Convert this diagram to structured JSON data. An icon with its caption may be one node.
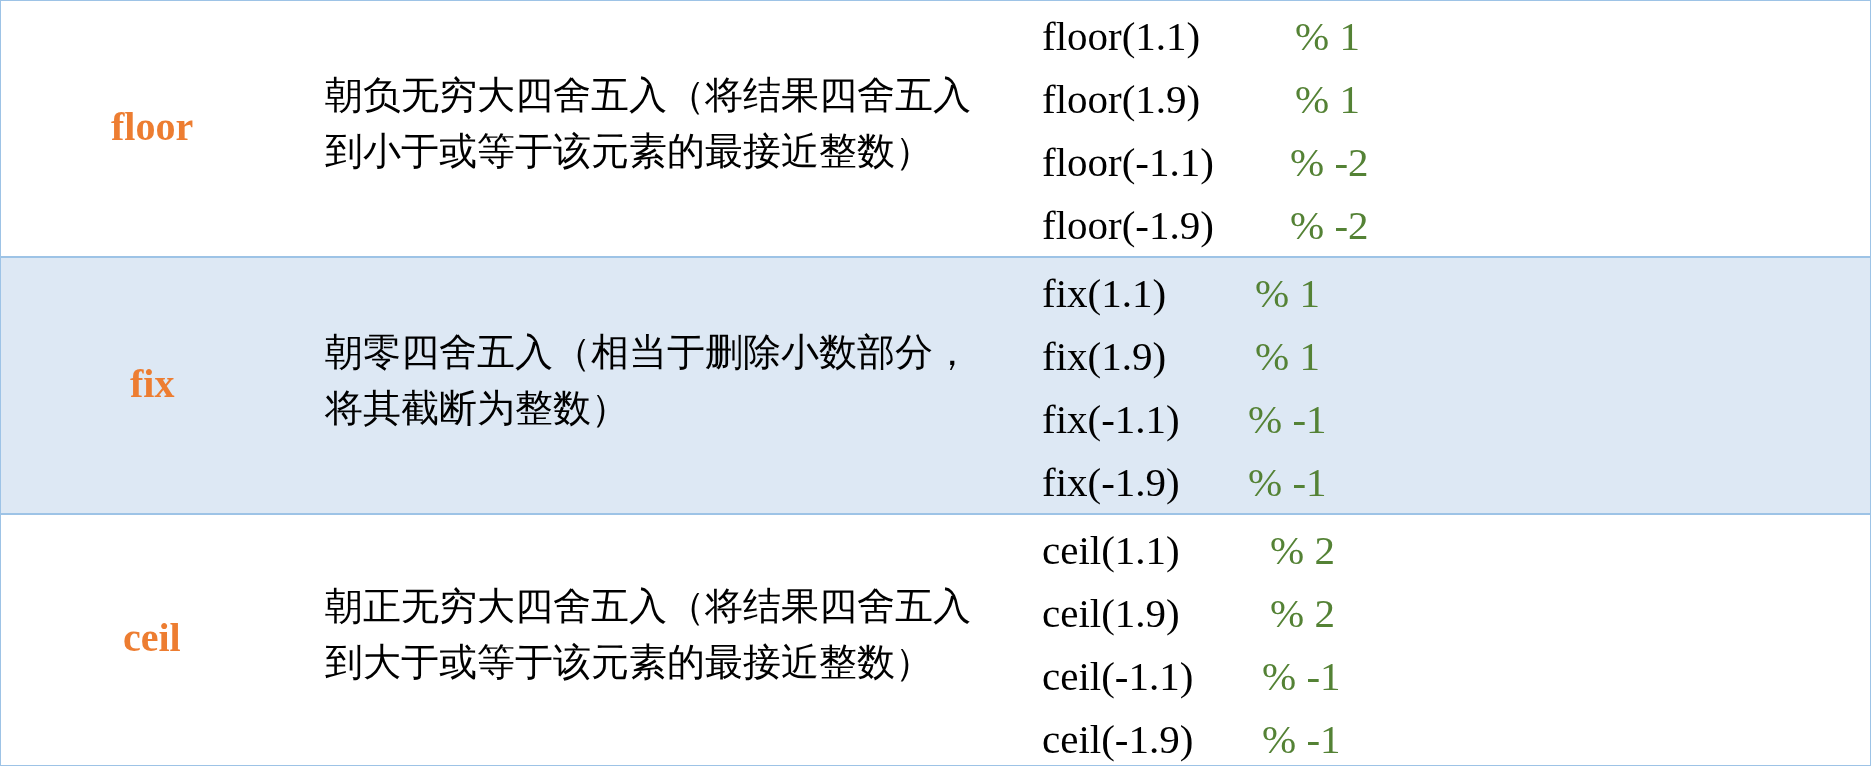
{
  "diagram": {
    "labels": [
      "floor",
      "朝负无穷大四舍五入（将结果四舍五入到小于或等于该元素的最接近整数）",
      "floor(1.1)",
      "% 1",
      "floor(1.9)",
      "% 1",
      "floor(-1.1)",
      "% -2",
      "floor(-1.9)",
      "% -2",
      "fix",
      "朝零四舍五入（相当于删除小数部分，将其截断为整数）",
      "fix(1.1)",
      "% 1",
      "fix(1.9)",
      "% 1",
      "fix(-1.1)",
      "% -1",
      "fix(-1.9)",
      "% -1",
      "ceil",
      "朝正无穷大四舍五入（将结果四舍五入到大于或等于该元素的最接近整数）",
      "ceil(1.1)",
      "% 2",
      "ceil(1.9)",
      "% 2",
      "ceil(-1.1)",
      "% -1",
      "ceil(-1.9)",
      "% -1"
    ]
  }
}
